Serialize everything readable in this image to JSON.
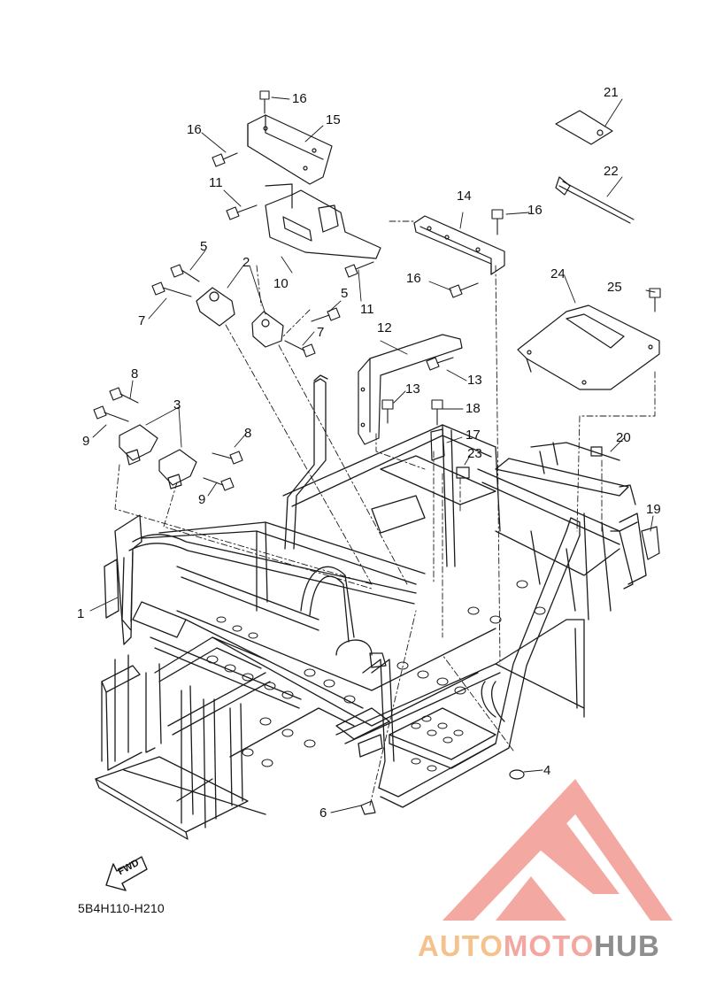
{
  "diagram": {
    "code": "5B4H110-H210",
    "fwd_label": "FWD",
    "callouts": {
      "c1": "1",
      "c2": "2",
      "c3": "3",
      "c4": "4",
      "c5a": "5",
      "c5b": "5",
      "c6": "6",
      "c7a": "7",
      "c7b": "7",
      "c8a": "8",
      "c8b": "8",
      "c9a": "9",
      "c9b": "9",
      "c10": "10",
      "c11a": "11",
      "c11b": "11",
      "c12": "12",
      "c13a": "13",
      "c13b": "13",
      "c14": "14",
      "c15": "15",
      "c16a": "16",
      "c16b": "16",
      "c16c": "16",
      "c16d": "16",
      "c17": "17",
      "c18": "18",
      "c19": "19",
      "c20": "20",
      "c21": "21",
      "c22": "22",
      "c23": "23",
      "c24": "24",
      "c25": "25"
    }
  },
  "watermark": {
    "brand_part1": "AUTO",
    "brand_part2": "MOTO",
    "brand_part3": "HUB",
    "colors": {
      "part1": "#f5c28e",
      "part2": "#f4a6a0",
      "part3": "#8e8e8e",
      "logo": "#f39a92"
    }
  }
}
